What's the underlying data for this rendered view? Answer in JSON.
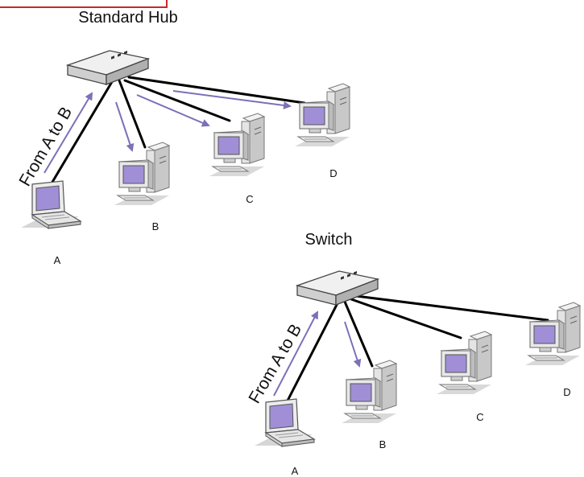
{
  "hub_diagram": {
    "title": "Standard Hub",
    "flow_label": "From A to B",
    "nodes": {
      "a": "A",
      "b": "B",
      "c": "C",
      "d": "D"
    }
  },
  "switch_diagram": {
    "title": "Switch",
    "flow_label": "From A to B",
    "nodes": {
      "a": "A",
      "b": "B",
      "c": "C",
      "d": "D"
    }
  },
  "colors": {
    "screen": "#a08fd6",
    "arrow": "#7d6fb8",
    "device_body": "#e6e6e6",
    "device_shade": "#bcbcbc",
    "accent_frame": "#c8282e"
  },
  "icons": {
    "hub": "hub-icon",
    "switch": "switch-icon",
    "laptop": "laptop-icon",
    "desktop": "desktop-computer-icon"
  }
}
